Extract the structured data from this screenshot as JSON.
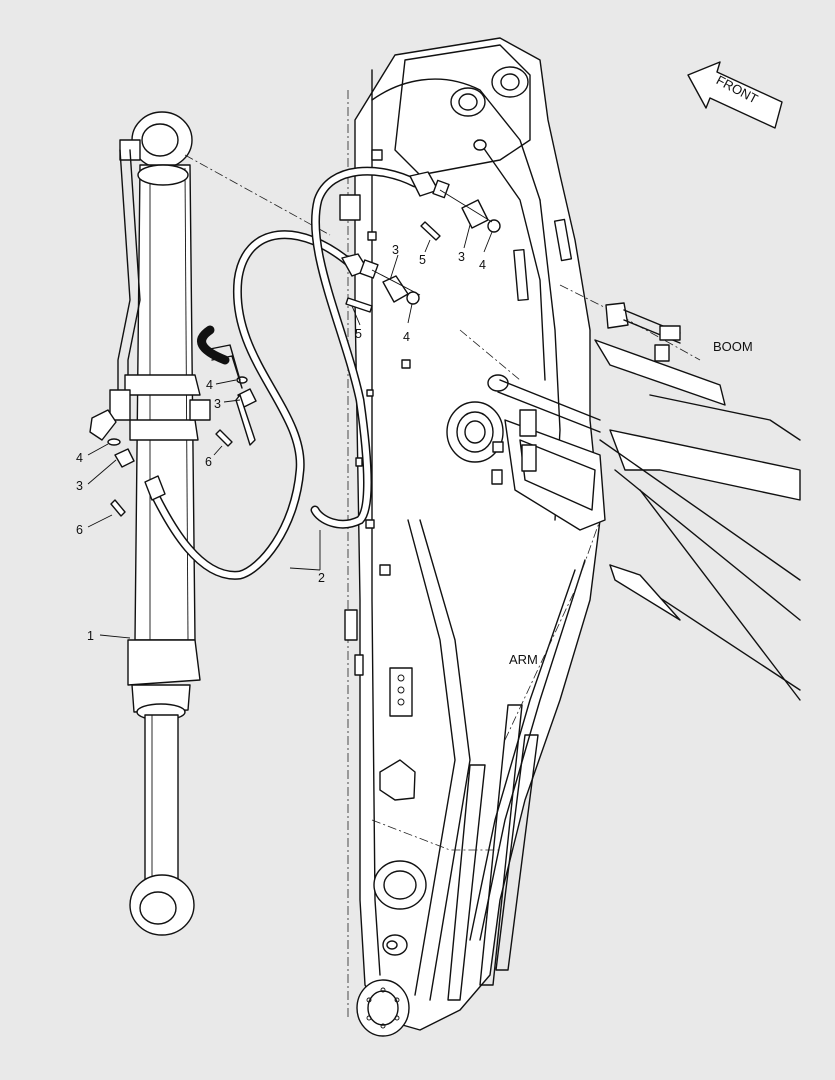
{
  "labels": {
    "front": "FRONT",
    "boom": "BOOM",
    "arm": "ARM"
  },
  "callouts": {
    "c1": "1",
    "c2": "2",
    "c3a": "3",
    "c3b": "3",
    "c3c": "3",
    "c3d": "3",
    "c4a": "4",
    "c4b": "4",
    "c4c": "4",
    "c4d": "4",
    "c5a": "5",
    "c5b": "5",
    "c6a": "6",
    "c6b": "6"
  }
}
